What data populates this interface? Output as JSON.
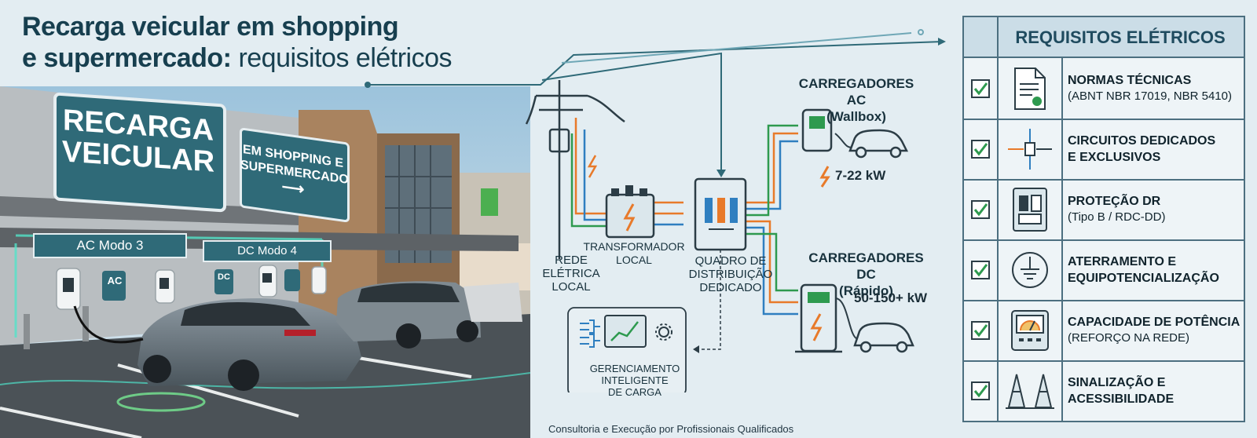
{
  "title": {
    "line1": "Recarga veicular em shopping",
    "line2_bold": "e supermercado:",
    "line2_light": " requisitos elétricos"
  },
  "photo": {
    "sign_main": [
      "RECARGA",
      "VEICULAR"
    ],
    "sign_secondary": [
      "EM SHOPPING E",
      "SUPERMERCADO"
    ],
    "zone_ac": "AC Modo 3",
    "zone_dc": "DC Modo 4",
    "badge_ac": "AC",
    "badge_dc": "DC"
  },
  "diagram": {
    "grid": [
      "REDE",
      "ELÉTRICA",
      "LOCAL"
    ],
    "transformer": [
      "TRANSFORMADOR",
      "LOCAL"
    ],
    "panel": [
      "QUADRO DE",
      "DISTRIBUIÇÃO",
      "DEDICADO"
    ],
    "ac_title": [
      "CARREGADORES AC",
      "(Wallbox)"
    ],
    "ac_power": "7-22 kW",
    "dc_title": [
      "CARREGADORES DC",
      "(Rápido)"
    ],
    "dc_power": "50-150+ kW",
    "management": [
      "GERENCIAMENTO",
      "INTELIGENTE",
      "DE CARGA"
    ],
    "footer": "Consultoria e Execução por Profissionais Qualificados"
  },
  "requirements": {
    "header": "REQUISITOS ELÉTRICOS",
    "items": [
      {
        "icon": "document-icon",
        "title": "NORMAS TÉCNICAS",
        "detail": "(ABNT NBR 17019, NBR 5410)"
      },
      {
        "icon": "circuit-icon",
        "title": "CIRCUITOS DEDICADOS",
        "detail": "E EXCLUSIVOS",
        "detail_bold": true
      },
      {
        "icon": "breaker-icon",
        "title": "PROTEÇÃO DR",
        "detail": "(Tipo B / RDC-DD)"
      },
      {
        "icon": "ground-icon",
        "title": "ATERRAMENTO E",
        "detail": "EQUIPOTENCIALIZAÇÃO",
        "detail_bold": true
      },
      {
        "icon": "meter-icon",
        "title": "CAPACIDADE DE POTÊNCIA",
        "detail": "(REFORÇO NA REDE)"
      },
      {
        "icon": "cone-icon",
        "title": "SINALIZAÇÃO E",
        "detail": "ACESSIBILIDADE",
        "detail_bold": true
      }
    ]
  },
  "colors": {
    "teal": "#2f6a78",
    "orange": "#e87a2a",
    "blue": "#2f7fc0",
    "green": "#2e9a4f",
    "cyan_glow": "#4fe0c8"
  }
}
